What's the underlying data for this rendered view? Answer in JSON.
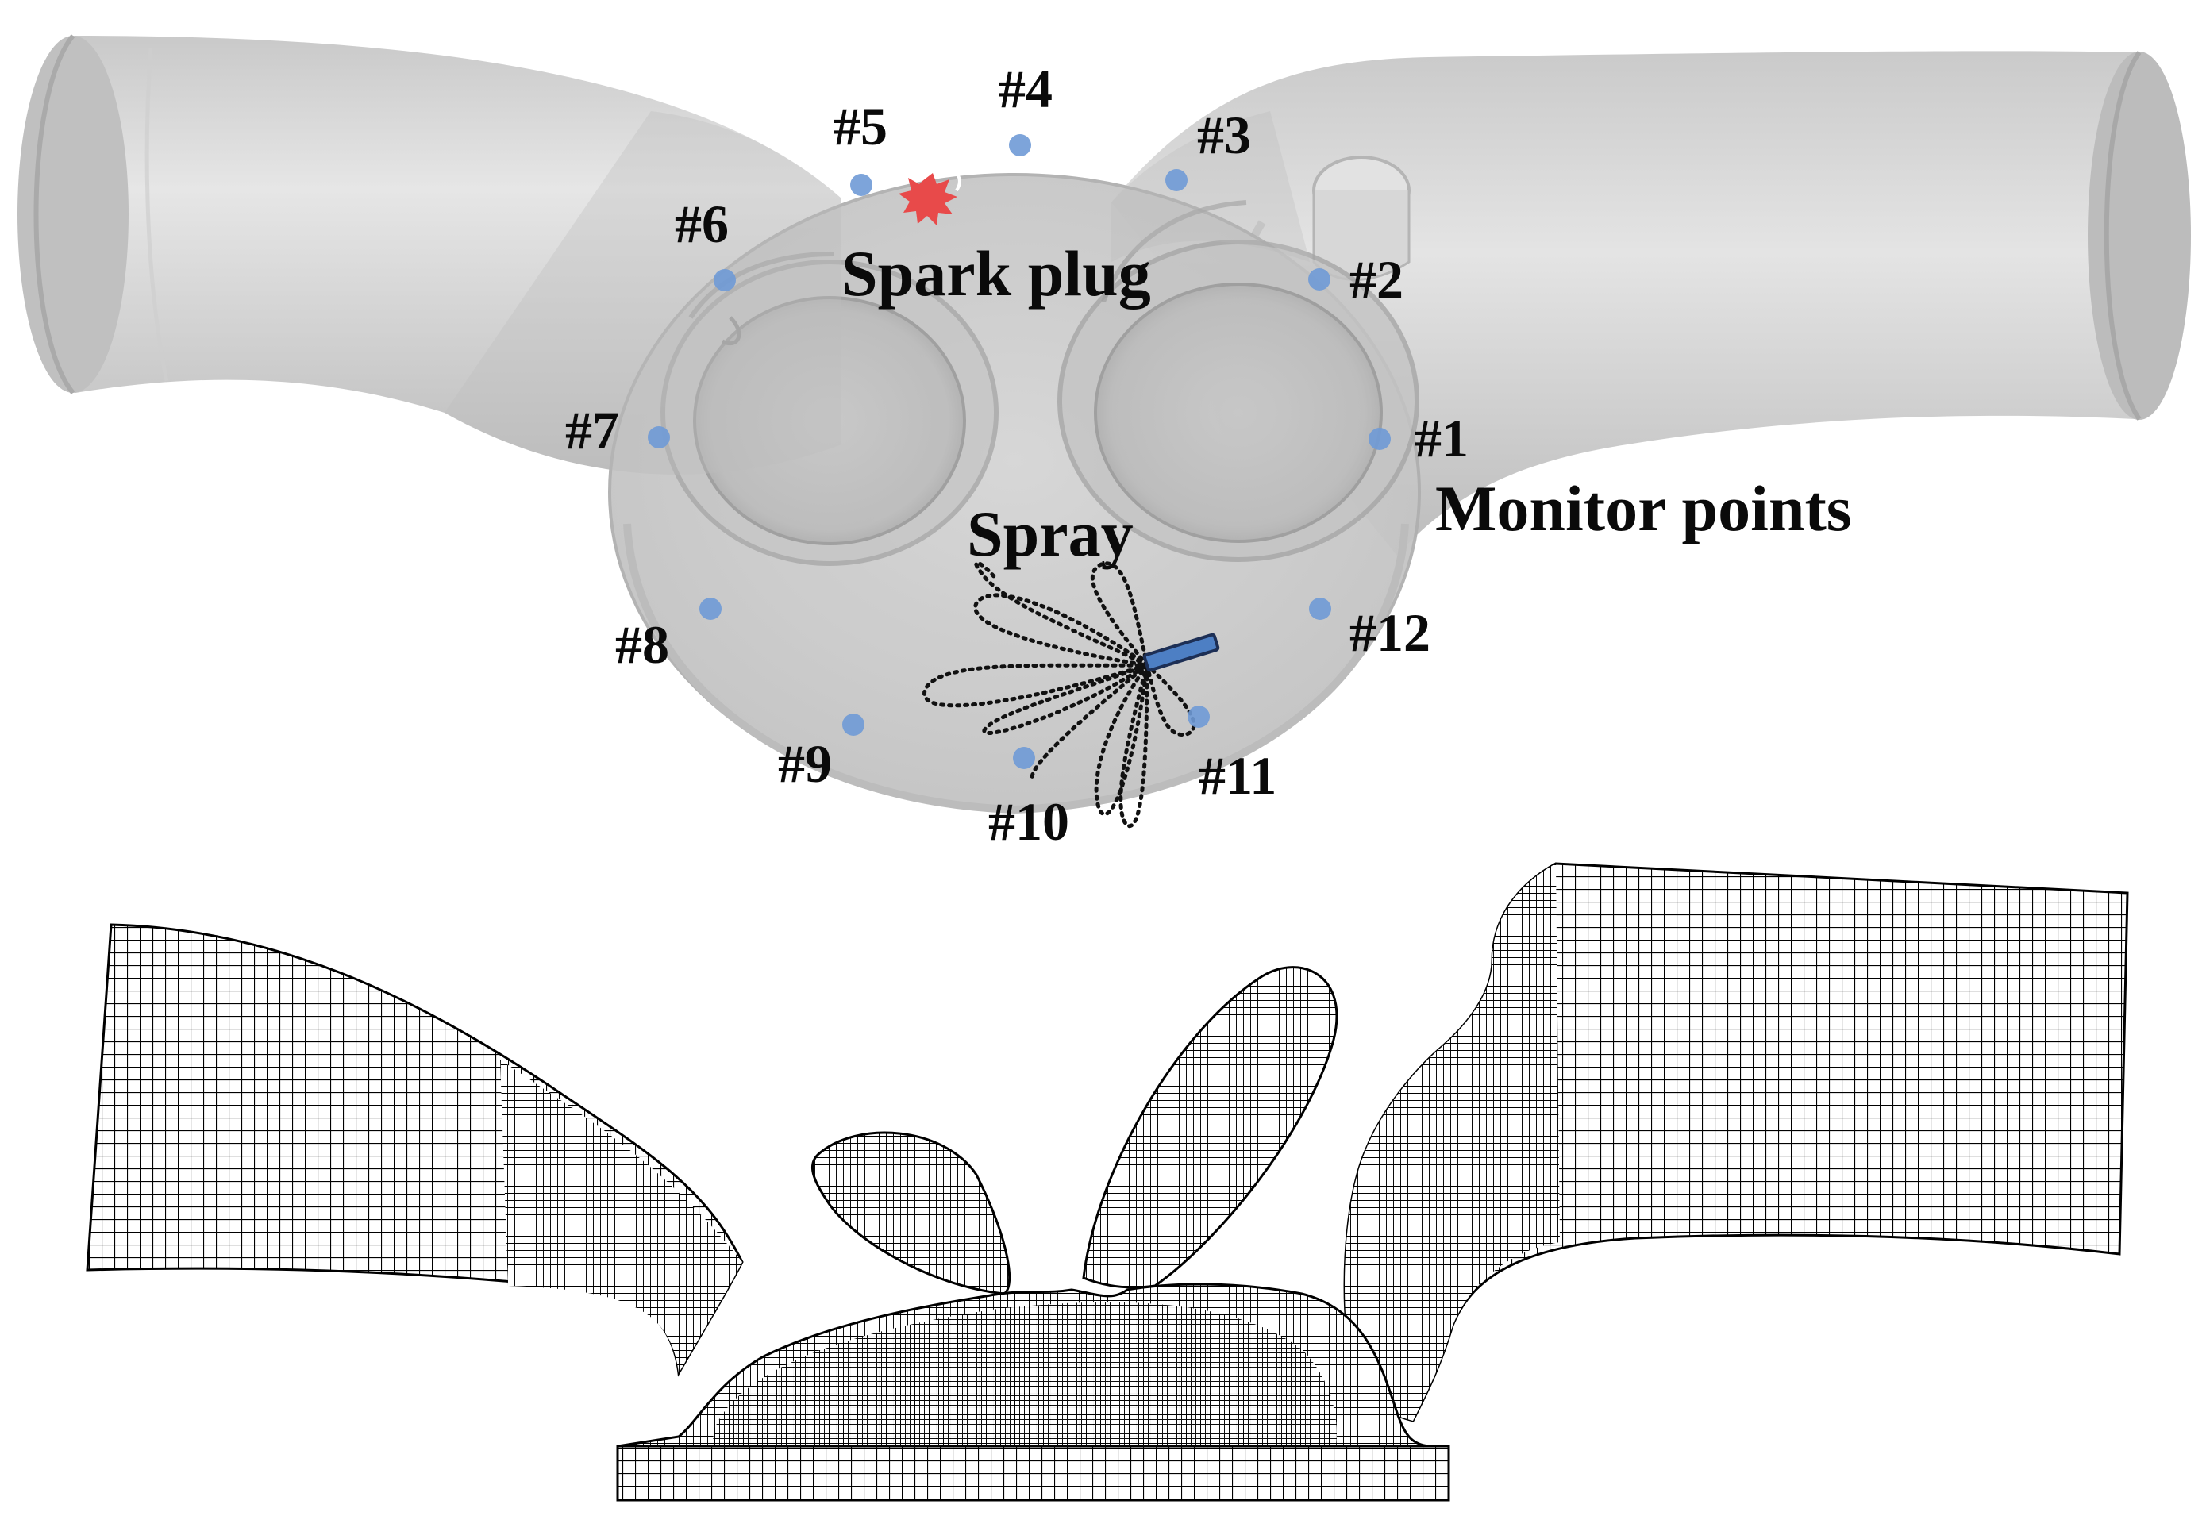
{
  "labels": {
    "spark_plug": "Spark plug",
    "monitor_points": "Monitor points",
    "spray": "Spray"
  },
  "monitor_points": [
    {
      "id": "#1"
    },
    {
      "id": "#2"
    },
    {
      "id": "#3"
    },
    {
      "id": "#4"
    },
    {
      "id": "#5"
    },
    {
      "id": "#6"
    },
    {
      "id": "#7"
    },
    {
      "id": "#8"
    },
    {
      "id": "#9"
    },
    {
      "id": "#10"
    },
    {
      "id": "#11"
    },
    {
      "id": "#12"
    }
  ],
  "colors": {
    "geometry_fill": "#d2d2d2",
    "geometry_shade": "#b4b4b4",
    "monitor_point": "#6f9ad6",
    "spark": "#e84a4a",
    "injector": "#4d7fc4",
    "mesh_line": "#000000"
  },
  "icons": [
    "spark-icon",
    "injector-icon"
  ]
}
